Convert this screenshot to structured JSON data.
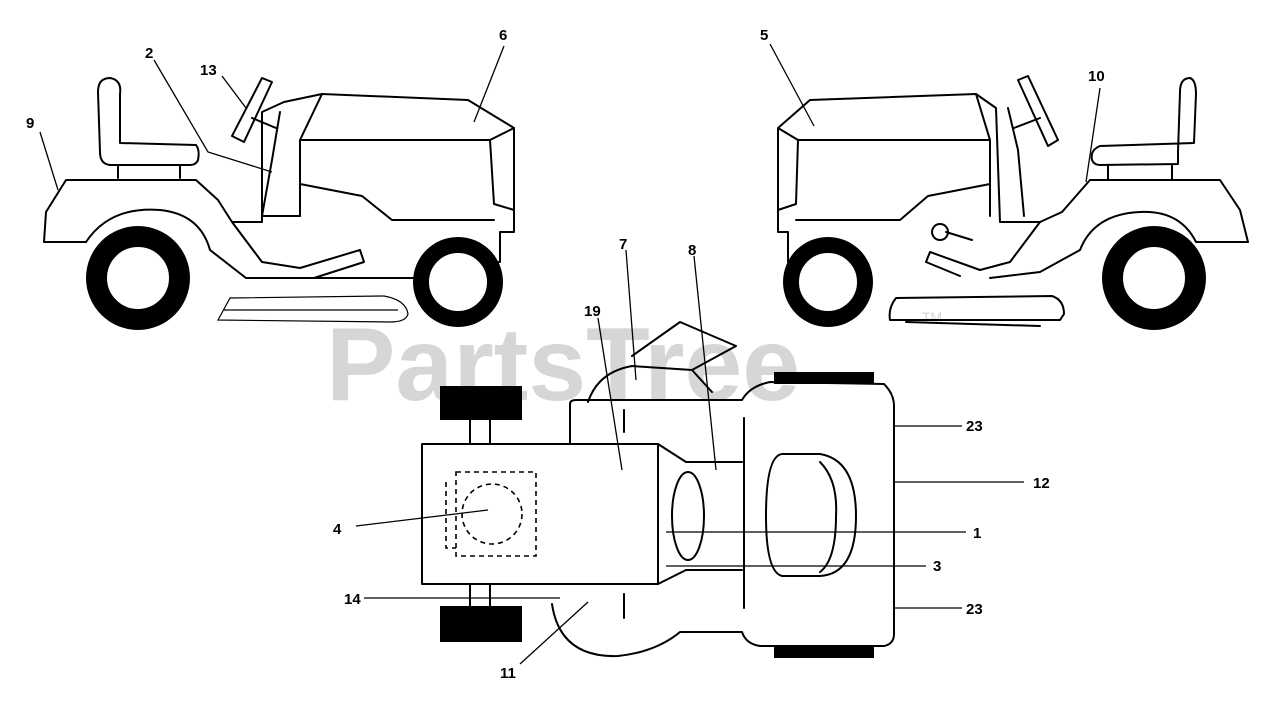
{
  "watermark": {
    "text": "PartsTree",
    "tm": "TM"
  },
  "callouts": {
    "c1": "1",
    "c2": "2",
    "c3": "3",
    "c4": "4",
    "c5": "5",
    "c6": "6",
    "c7": "7",
    "c8": "8",
    "c9": "9",
    "c10": "10",
    "c11": "11",
    "c12": "12",
    "c13": "13",
    "c14": "14",
    "c19": "19",
    "c23a": "23",
    "c23b": "23"
  }
}
